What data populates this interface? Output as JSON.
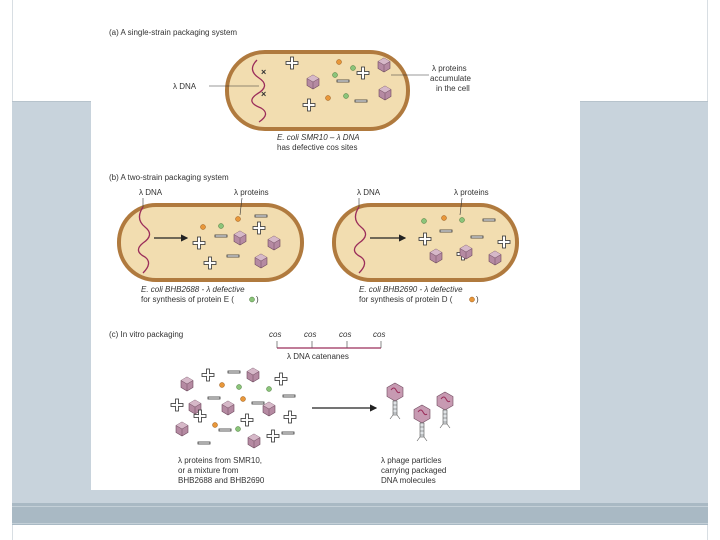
{
  "section_a": {
    "title": "(a) A single-strain packaging system",
    "label_dna": "λ DNA",
    "label_proteins_1": "λ proteins",
    "label_proteins_2": "accumulate",
    "label_proteins_3": "in the cell",
    "caption_1": "E. coli SMR10 – λ DNA",
    "caption_2": "has defective cos sites"
  },
  "section_b": {
    "title": "(b) A two-strain packaging system",
    "left_dna": "λ DNA",
    "left_proteins": "λ proteins",
    "left_caption_1": "E. coli BHB2688 - λ defective",
    "left_caption_2": "for synthesis of protein E (",
    "left_caption_end": ")",
    "right_dna": "λ DNA",
    "right_proteins": "λ proteins",
    "right_caption_1": "E. coli BHB2690 - λ defective",
    "right_caption_2": "for synthesis of protein D (",
    "right_caption_end": ")"
  },
  "section_c": {
    "title": "(c) In vitro packaging",
    "cos_labels": [
      "cos",
      "cos",
      "cos",
      "cos"
    ],
    "catenanes": "λ DNA catenanes",
    "left_caption_1": "λ proteins from SMR10,",
    "left_caption_2": "or a mixture from",
    "left_caption_3": "BHB2688 and BHB2690",
    "right_caption_1": "λ phage particles",
    "right_caption_2": "carrying packaged",
    "right_caption_3": "DNA molecules"
  },
  "colors": {
    "band": "#c8d3dc",
    "footer": "#a9b9c4",
    "cell_fill": "#f2ddb0",
    "cell_outline": "#b07a3e",
    "dna": "#9b2d5a",
    "capsid": "#b58aa2",
    "orange_protein": "#e8973a",
    "green_protein": "#8bc47a"
  }
}
